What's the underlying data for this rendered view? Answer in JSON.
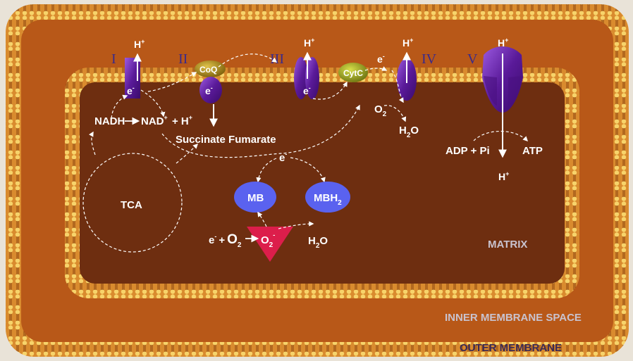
{
  "complexes": {
    "c1": {
      "roman": "I",
      "proton": "H",
      "proton_sup": "+",
      "electron": "e",
      "electron_sup": "-"
    },
    "c2": {
      "roman": "II",
      "coq": "CoQ",
      "electron": "e",
      "electron_sup": "-"
    },
    "c3": {
      "roman": "III",
      "proton": "H",
      "proton_sup": "+",
      "electron": "e",
      "electron_sup": "-"
    },
    "cytc": {
      "label": "CytC"
    },
    "c4": {
      "roman": "IV",
      "proton": "H",
      "proton_sup": "+",
      "electron": "e",
      "electron_sup": "-",
      "o2": "O",
      "o2_sub": "2",
      "h2o_h": "H",
      "h2o_sub": "2",
      "h2o_o": "O"
    },
    "c5": {
      "roman": "V",
      "proton_top": "H",
      "proton_top_sup": "+",
      "proton_bottom": "H",
      "proton_bottom_sup": "+"
    }
  },
  "reactions": {
    "nadh": "NADH",
    "nad": "NAD",
    "nad_sup": "+",
    "plus_h": "+ H",
    "plus_h_sup": "+",
    "succinate_fumarate": "Succinate Fumarate",
    "adp": "ADP + Pi",
    "atp": "ATP",
    "tca": "TCA",
    "mid_electron": "e",
    "mid_electron_sup": "-",
    "mb": "MB",
    "mbh": "MBH",
    "mbh_sub": "2",
    "superoxide_eq": {
      "e": "e",
      "e_sup": "-",
      "plus": "+",
      "o": "O",
      "o_sub": "2"
    },
    "o2_radical": "O",
    "o2_radical_sub": "2",
    "o2_radical_sup": "-",
    "h2o_h": "H",
    "h2o_sub": "2",
    "h2o_o": "O"
  },
  "regions": {
    "matrix": "MATRIX",
    "inner_membrane_space": "INNER MEMBRANE SPACE",
    "outer_membrane": "OUTER MEMBRANE"
  },
  "colors": {
    "outer_orange": "#c8651a",
    "ims_orange": "#b45516",
    "matrix_brown": "#6e2e10",
    "lipid_head": "#f6cd62",
    "protein_purple": "#6d25b0",
    "coq_olive": "#a58a1c",
    "cytc_olive": "#9aa21f",
    "mb_blue": "#5a62ef",
    "superoxide_red": "#dc1e4b"
  }
}
